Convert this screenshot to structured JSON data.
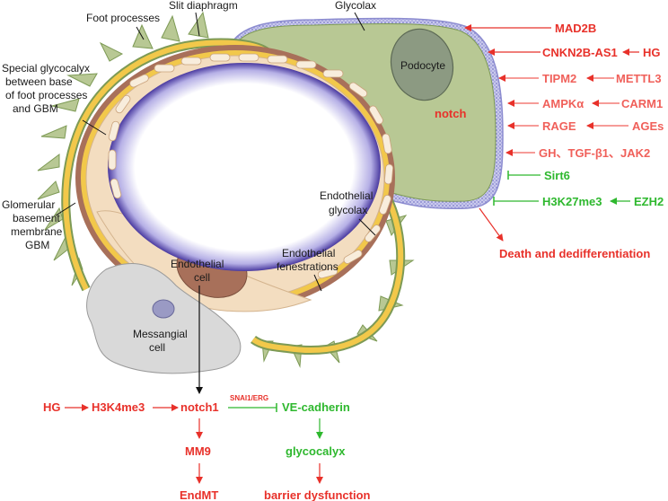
{
  "colors": {
    "red": "#e8312a",
    "pink_red": "#f0605a",
    "green": "#2eb82e",
    "podocyte_fill": "#b8c894",
    "capillary": "#4a3aa0",
    "gbm": "#f2c84a",
    "glycolax": "#8c8cd0"
  },
  "labels": {
    "foot_processes": "Foot processes",
    "slit_diaphragm": "Slit diaphragm",
    "glycolax": "Glycolax",
    "podocyte": "Podocyte",
    "notch": "notch",
    "special_glycocalyx_1": "Special glycocalyx",
    "special_glycocalyx_2": "between base",
    "special_glycocalyx_3": "of foot processes",
    "special_glycocalyx_4": "and GBM",
    "gbm_1": "Glomerular",
    "gbm_2": "basement",
    "gbm_3": "membrane",
    "gbm_4": "GBM",
    "endothelial_cell_1": "Endothelial",
    "endothelial_cell_2": "cell",
    "endothelial_glycolax_1": "Endothelial",
    "endothelial_glycolax_2": "glycolax",
    "endothelial_fenestrations_1": "Endothelial",
    "endothelial_fenestrations_2": "fenestrations",
    "mesangial_1": "Messangial",
    "mesangial_2": "cell"
  },
  "regulators": {
    "mad2b": "MAD2B",
    "cnkn2b_as1": "CNKN2B-AS1",
    "hg_top": "HG",
    "tipm2": "TIPM2",
    "mettl3": "METTL3",
    "ampk": "AMPKα",
    "carm1": "CARM1",
    "rage": "RAGE",
    "ages": "AGEs",
    "gh_line": "GH、TGF-β1、JAK2",
    "sirt6": "Sirt6",
    "h3k27me3": "H3K27me3",
    "ezh2": "EZH2",
    "death": "Death and dedifferentiation"
  },
  "pathway": {
    "hg": "HG",
    "h3k4me3": "H3K4me3",
    "notch1": "notch1",
    "snai": "SNAI1/ERG",
    "ve_cadherin": "VE-cadherin",
    "mm9": "MM9",
    "glycocalyx": "glycocalyx",
    "endmt": "EndMT",
    "barrier": "barrier dysfunction"
  }
}
